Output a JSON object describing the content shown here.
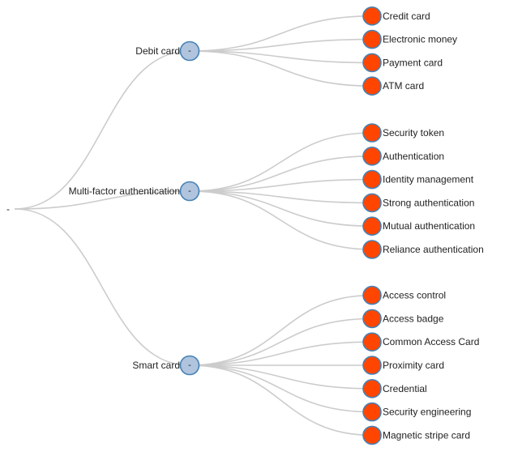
{
  "tree": {
    "root_label": "-",
    "collapse_glyph": "-",
    "colors": {
      "link": "#cccccc",
      "branch_fill": "#b0c4de",
      "leaf_fill": "#ff4500",
      "node_stroke": "#4682b4"
    },
    "branches": [
      {
        "label": "Debit card",
        "children": [
          "Credit card",
          "Electronic money",
          "Payment card",
          "ATM card"
        ]
      },
      {
        "label": "Multi-factor authentication",
        "children": [
          "Security token",
          "Authentication",
          "Identity management",
          "Strong authentication",
          "Mutual authentication",
          "Reliance authentication"
        ]
      },
      {
        "label": "Smart card",
        "children": [
          "Access control",
          "Access badge",
          "Common Access Card",
          "Proximity card",
          "Credential",
          "Security engineering",
          "Magnetic stripe card"
        ]
      }
    ]
  }
}
